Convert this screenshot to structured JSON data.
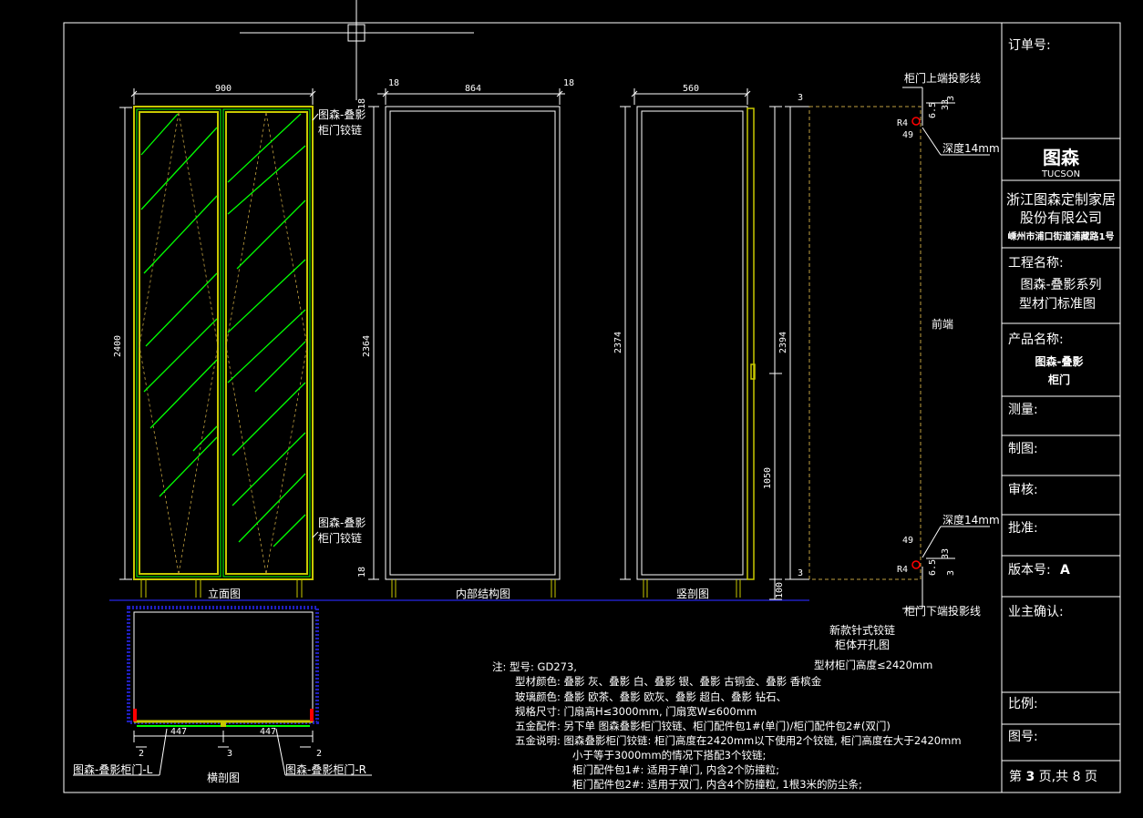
{
  "colors": {
    "background": "#000000",
    "line": "#ffffff",
    "frame": "#c8c800",
    "glass": "#00ff00",
    "dash": "#c0a040",
    "ground": "#2020c0",
    "accent": "#ff0000"
  },
  "title_block": {
    "order_no_label": "订单号:",
    "logo_cn": "图森",
    "logo_en": "TUCSON",
    "company_line1": "浙江图森定制家居",
    "company_line2": "股份有限公司",
    "company_address": "嵊州市浦口街道浦藏路1号",
    "project_label": "工程名称:",
    "project_line1": "图森-叠影系列",
    "project_line2": "型材门标准图",
    "product_label": "产品名称:",
    "product_line1": "图森-叠影",
    "product_line2": "柜门",
    "measure_label": "测量:",
    "draw_label": "制图:",
    "review_label": "审核:",
    "approve_label": "批准:",
    "version_label": "版本号:",
    "version_value": "A",
    "owner_label": "业主确认:",
    "scale_label": "比例:",
    "drawing_no_label": "图号:",
    "page_text_prefix": "第",
    "page_current": "3",
    "page_text_mid": "页,共",
    "page_total": "8",
    "page_text_suffix": "页"
  },
  "views": {
    "elevation": {
      "caption": "立面图",
      "width_dim": "900",
      "height_dim": "2400",
      "hinge_label_top_1": "图森-叠影",
      "hinge_label_top_2": "柜门铰链",
      "hinge_label_bot_1": "图森-叠影",
      "hinge_label_bot_2": "柜门铰链"
    },
    "interior": {
      "caption": "内部结构图",
      "left_dim": "18",
      "width_dim": "864",
      "right_dim": "18",
      "height_dim": "2364",
      "top_gap": "18",
      "bottom_gap": "18"
    },
    "section": {
      "caption": "竖剖图",
      "width_dim": "560",
      "height_dim": "2374",
      "lower_dim": "1050",
      "base_dim": "100"
    },
    "hinge_detail": {
      "top_line_label": "柜门上端投影线",
      "bottom_line_label": "柜门下端投影线",
      "depth_top": "深度14mm",
      "depth_bottom": "深度14mm",
      "front_label": "前端",
      "height_dim": "2394",
      "top_gap": "3",
      "bottom_gap": "3",
      "r4_top": "R4",
      "r4_bottom": "R4",
      "d49_top": "49",
      "d49_bottom": "49",
      "d33_top": "33",
      "d33_bottom": "33",
      "d3_top": "3",
      "d3_bottom": "3",
      "d65_top": "6.5",
      "d65_bottom": "6.5",
      "caption_1": "新款针式铰链",
      "caption_2": "柜体开孔图"
    },
    "cross_section": {
      "caption": "横剖图",
      "left_dim": "447",
      "right_dim": "447",
      "gap_left": "2",
      "gap_mid": "3",
      "gap_right": "2",
      "label_left": "图森-叠影柜门-L",
      "label_right": "图森-叠影柜门-R"
    }
  },
  "height_note": "型材柜门高度≤2420mm",
  "notes": [
    "注: 型号: GD273,",
    "型材颜色: 叠影 灰、叠影 白、叠影 银、叠影 古铜金、叠影 香槟金",
    "玻璃颜色: 叠影 欧茶、叠影 欧灰、叠影 超白、叠影 钻石、",
    "规格尺寸: 门扇高H≤3000mm, 门扇宽W≤600mm",
    "五金配件: 另下单 图森叠影柜门铰链、柜门配件包1#(单门)/柜门配件包2#(双门)",
    "五金说明: 图森叠影柜门铰链: 柜门高度在2420mm以下使用2个铰链, 柜门高度在大于2420mm",
    "小于等于3000mm的情况下搭配3个铰链;",
    "柜门配件包1#: 适用于单门, 内含2个防撞粒;",
    "柜门配件包2#: 适用于双门, 内含4个防撞粒, 1根3米的防尘条;"
  ]
}
